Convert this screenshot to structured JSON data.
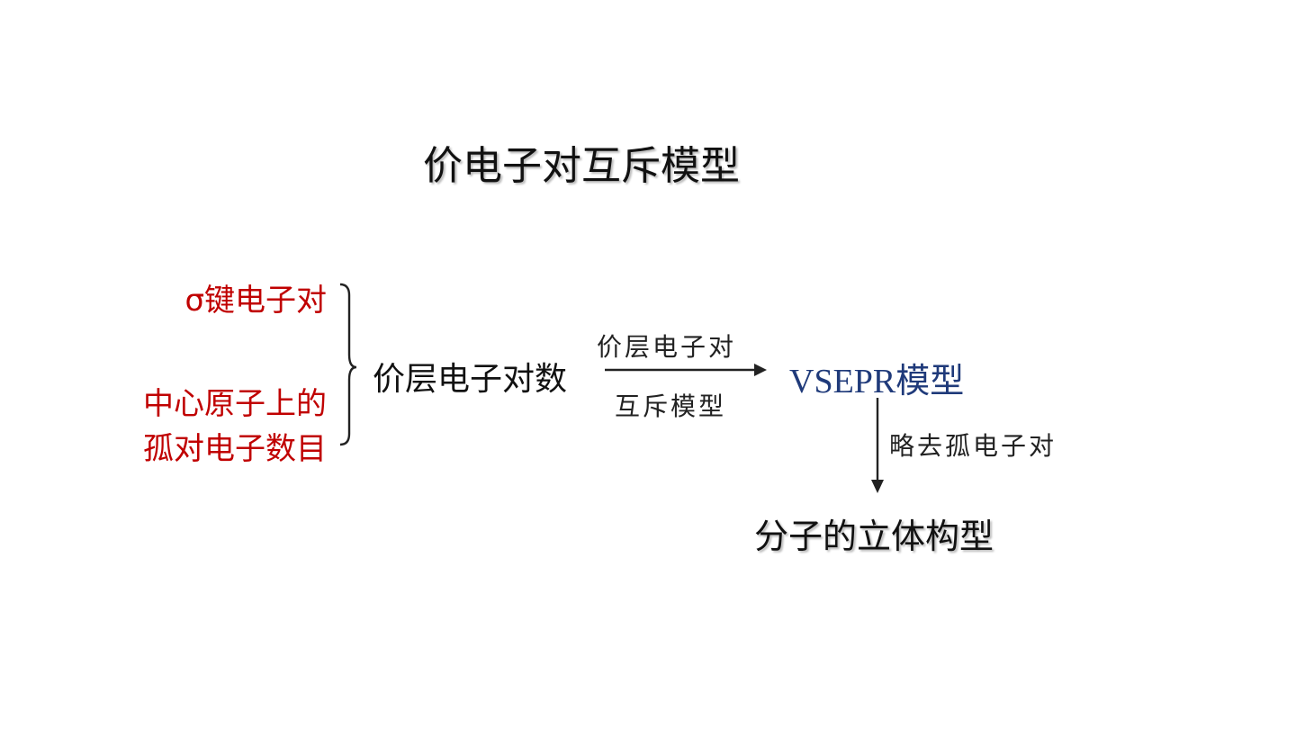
{
  "title": "价电子对互斥模型",
  "inputs": {
    "sigma_pairs": "σ键电子对",
    "lone_pairs_line1": "中心原子上的",
    "lone_pairs_line2": "孤对电子数目"
  },
  "valence_pairs": "价层电子对数",
  "arrow_horizontal": {
    "top_label": "价层电子对",
    "bottom_label": "互斥模型"
  },
  "vsepr_model": {
    "latin": "VSEPR",
    "cjk": "模型"
  },
  "arrow_vertical": {
    "label": "略去孤电子对"
  },
  "result": "分子的立体构型",
  "colors": {
    "input_text": "#c00000",
    "vsepr_text": "#1f3a7a",
    "default_text": "#111111"
  }
}
